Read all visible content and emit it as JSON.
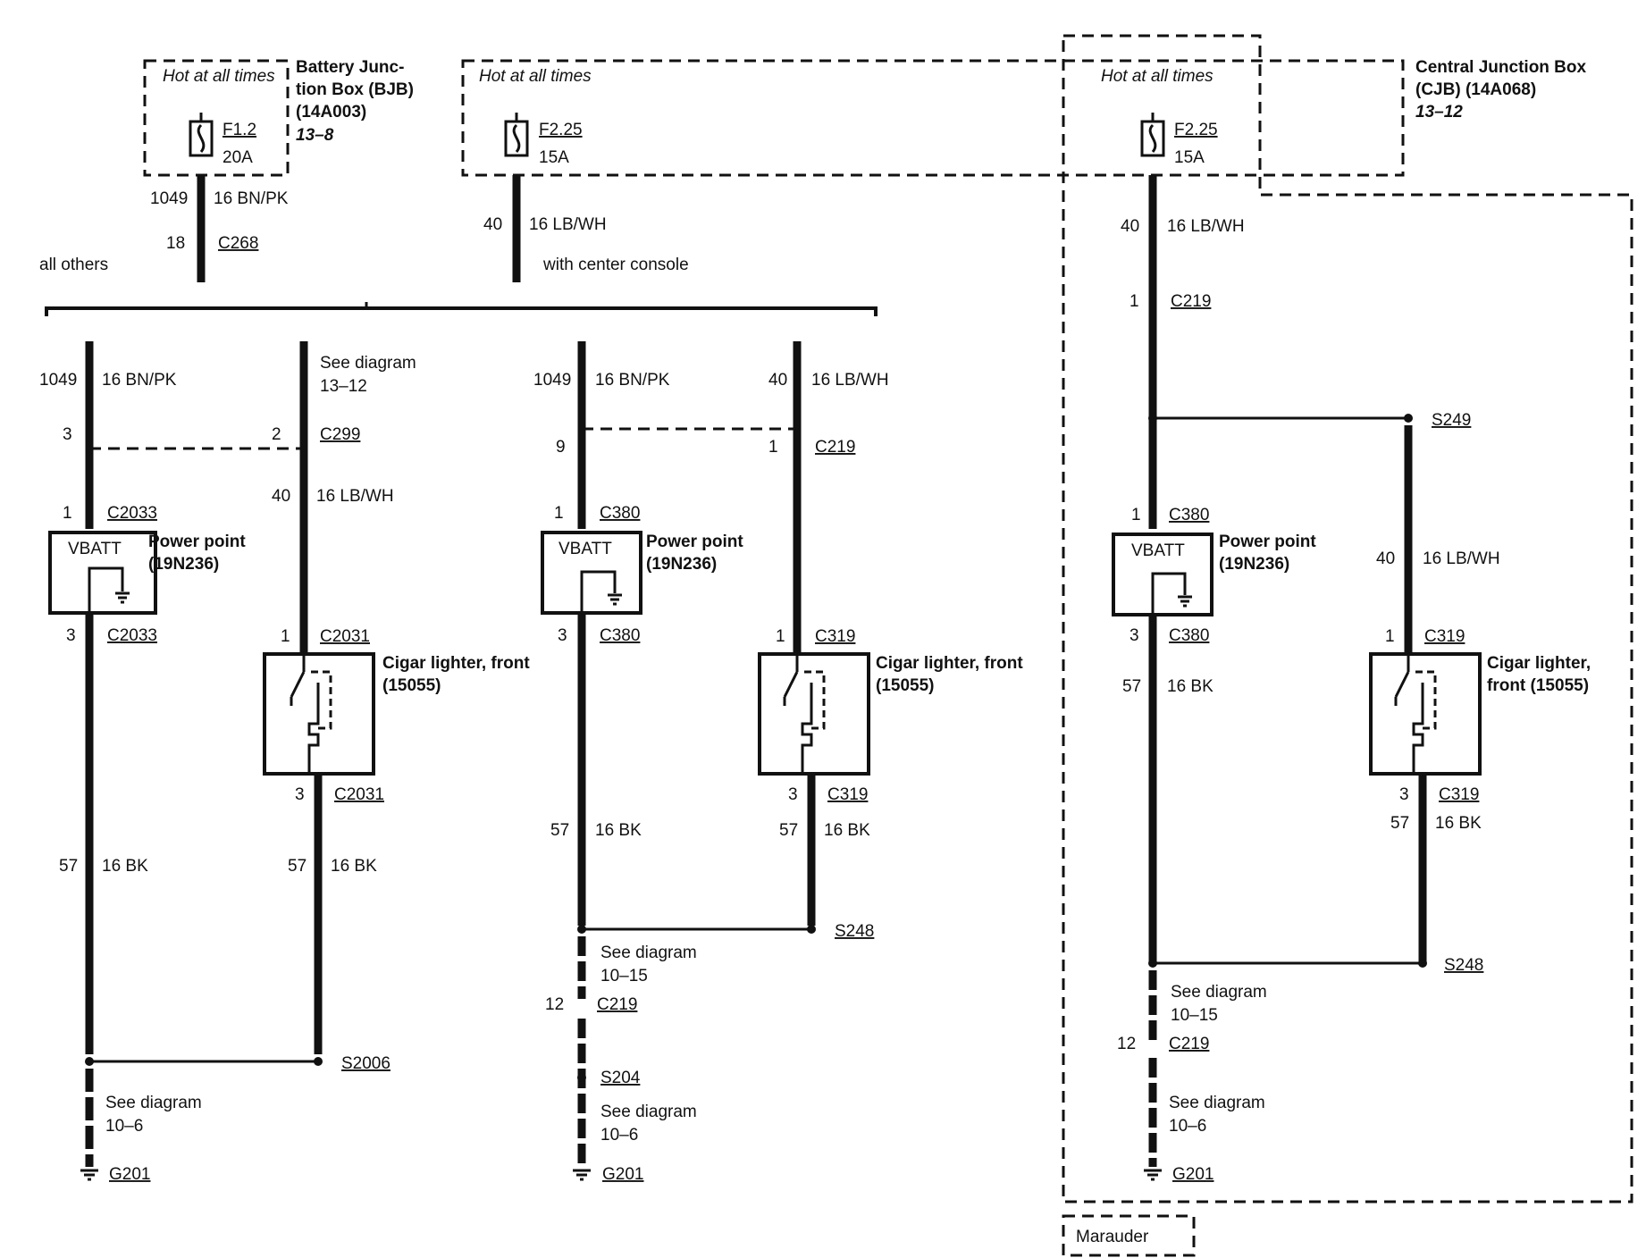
{
  "top": {
    "bjb": {
      "hot": "Hot at all times",
      "name_l1": "Battery Junc-",
      "name_l2": "tion Box (BJB)",
      "name_l3": "(14A003)",
      "ref": "13–8",
      "fuse": "F1.2",
      "amp": "20A",
      "circuit": "1049",
      "wire": "16 BN/PK",
      "pin": "18",
      "conn": "C268"
    },
    "cjb": {
      "hot1": "Hot at all times",
      "hot2": "Hot at all times",
      "name_l1": "Central Junction Box",
      "name_l2": "(CJB) (14A068)",
      "ref": "13–12",
      "fuse": "F2.25",
      "amp": "15A"
    },
    "mid": {
      "circuit": "40",
      "wire": "16 LB/WH",
      "note": "with center console"
    },
    "all_others": "all others"
  },
  "labels": {
    "vbatt": "VBATT",
    "pp_l1": "Power point",
    "pp_l2": "(19N236)",
    "cig_l1": "Cigar lighter, front",
    "cig_l2": "(15055)",
    "cig_m_l1": "Cigar lighter,",
    "cig_m_l2": "front (15055)",
    "see": "See diagram",
    "d13_12": "13–12",
    "d10_15": "10–15",
    "d10_6": "10–6",
    "w_bnpk": "16 BN/PK",
    "w_lbwh": "16 LB/WH",
    "w_bk": "16 BK",
    "c1049": "1049",
    "c40": "40",
    "c57": "57",
    "marauder": "Marauder"
  },
  "pins": {
    "p1": "1",
    "p2": "2",
    "p3": "3",
    "p9": "9",
    "p12": "12"
  },
  "connectors": {
    "C299": "C299",
    "C2033": "C2033",
    "C2031": "C2031",
    "C380": "C380",
    "C219": "C219",
    "C319": "C319",
    "S2006": "S2006",
    "S248": "S248",
    "S204": "S204",
    "S249": "S249",
    "G201": "G201"
  }
}
